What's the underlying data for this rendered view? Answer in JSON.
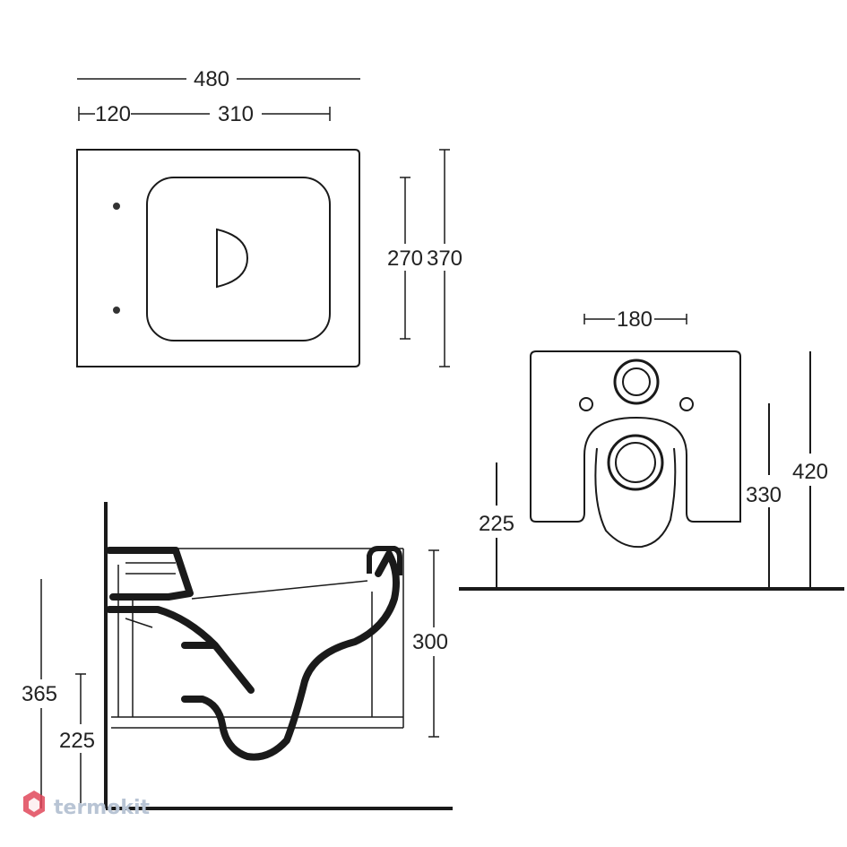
{
  "top_view": {
    "dims": {
      "overall_width": "480",
      "left_offset": "120",
      "inner_width": "310",
      "inner_depth": "270",
      "overall_depth": "370"
    }
  },
  "front_view": {
    "dims": {
      "hole_spacing": "180",
      "left_height": "225",
      "mid_height": "330",
      "total_height": "420"
    }
  },
  "side_view": {
    "dims": {
      "bowl_height": "300",
      "bottom_height": "225",
      "total_height": "365"
    }
  },
  "watermark": {
    "text": "termokit",
    "accent": "#e0485a"
  }
}
